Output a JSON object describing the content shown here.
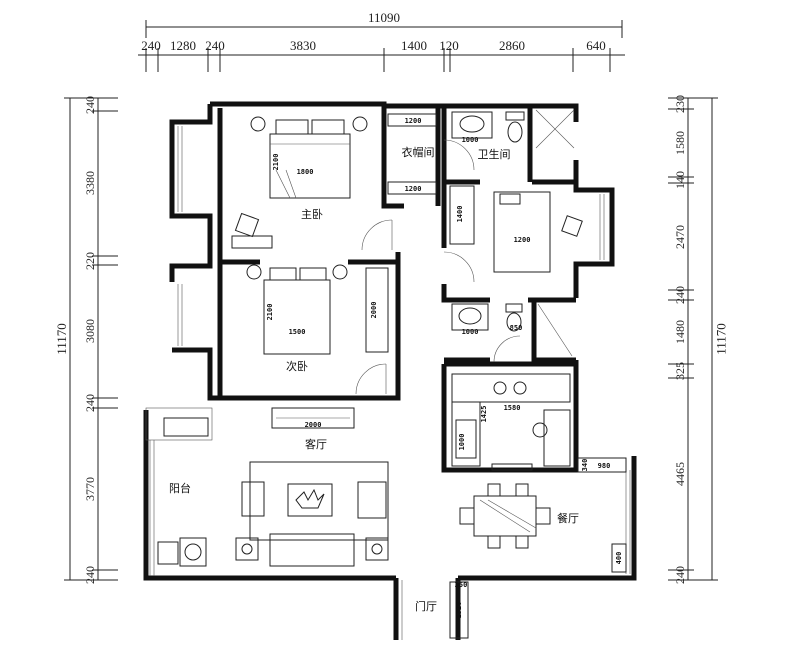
{
  "dimensions": {
    "top_total": "11090",
    "top_segments": [
      "240",
      "1280",
      "240",
      "3830",
      "1400",
      "120",
      "2860",
      "640"
    ],
    "left_total": "11170",
    "left_segments": [
      "240",
      "3380",
      "220",
      "3080",
      "240",
      "3770",
      "240"
    ],
    "right_total": "11170",
    "right_segments": [
      "230",
      "1580",
      "140",
      "2470",
      "240",
      "1480",
      "325",
      "4465",
      "240"
    ]
  },
  "rooms": {
    "master_bedroom": "主卧",
    "second_bedroom": "次卧",
    "closet": "衣帽间",
    "bathroom": "卫生间",
    "living_room": "客厅",
    "balcony": "阳台",
    "dining_room": "餐厅",
    "foyer": "门厅"
  },
  "fixture_labels": {
    "closet_top": "1200",
    "closet_bottom": "1200",
    "bath_sink": "1000",
    "master_bed_width": "1800",
    "master_bed_length": "2100",
    "wardrobe_small": "1400",
    "bed3_width": "1200",
    "bed2_width": "1500",
    "bed2_length": "2100",
    "wardrobe_2": "2000",
    "sink2": "1000",
    "toilet2": "850",
    "kitchen_counter": "1580",
    "kitchen_side": "1425",
    "kitchen_lower": "1000",
    "tv_cabinet": "2000",
    "dining_cabinet": "980",
    "dining_small": "340",
    "dining_side": "400",
    "foyer_cabinet": "1320",
    "foyer_small": "350"
  }
}
